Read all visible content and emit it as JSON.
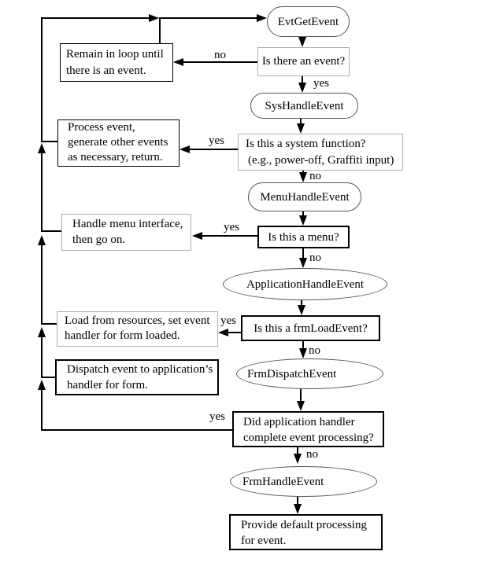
{
  "colors": {
    "background": "#ffffff",
    "line": "#000000",
    "text": "#000000",
    "light_border": "#b0b0b0",
    "dark_border": "#000000",
    "oval_border": "#555555"
  },
  "nodes": {
    "evt_get_event": {
      "type": "oval",
      "label": "EvtGetEvent"
    },
    "is_there_event": {
      "type": "decision",
      "label": "Is there an event?"
    },
    "remain_loop": {
      "type": "process",
      "lines": [
        "Remain in loop until",
        "there is an event."
      ]
    },
    "sys_handle_event": {
      "type": "oval",
      "label": "SysHandleEvent"
    },
    "is_system_function": {
      "type": "decision",
      "lines": [
        "Is this a system function?",
        "(e.g., power-off, Graffiti input)"
      ]
    },
    "process_event": {
      "type": "process",
      "lines": [
        "Process event,",
        "generate other events",
        "as necessary, return."
      ]
    },
    "menu_handle_event": {
      "type": "oval",
      "label": "MenuHandleEvent"
    },
    "is_menu": {
      "type": "decision",
      "label": "Is this a menu?"
    },
    "handle_menu": {
      "type": "process",
      "lines": [
        "Handle menu interface,",
        "then go on."
      ]
    },
    "application_handle_event": {
      "type": "oval",
      "label": "ApplicationHandleEvent"
    },
    "is_frm_load_event": {
      "type": "decision",
      "label": "Is this a frmLoadEvent?"
    },
    "load_resources": {
      "type": "process",
      "lines": [
        "Load from resources, set event",
        "handler for form loaded."
      ]
    },
    "frm_dispatch_event": {
      "type": "oval",
      "label": "FrmDispatchEvent"
    },
    "dispatch_event": {
      "type": "process",
      "lines": [
        "Dispatch event to application’s",
        "handler for form."
      ]
    },
    "did_handler_complete": {
      "type": "decision",
      "lines": [
        "Did application handler",
        "complete event processing?"
      ]
    },
    "frm_handle_event": {
      "type": "oval",
      "label": "FrmHandleEvent"
    },
    "provide_default": {
      "type": "process",
      "lines": [
        "Provide default processing",
        "for event."
      ]
    }
  },
  "edge_labels": {
    "event_no": "no",
    "event_yes": "yes",
    "system_yes": "yes",
    "system_no": "no",
    "menu_yes": "yes",
    "menu_no": "no",
    "frmload_yes": "yes",
    "frmload_no": "no",
    "complete_yes": "yes",
    "complete_no": "no"
  }
}
